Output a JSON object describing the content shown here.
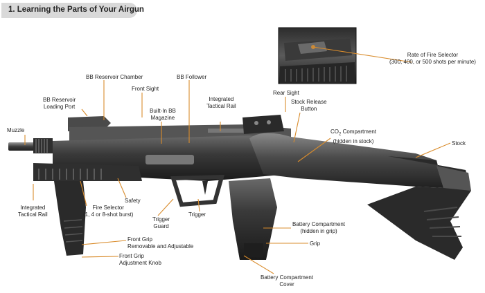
{
  "header": {
    "title": "1. Learning the Parts of Your Airgun"
  },
  "labels": {
    "bb_reservoir_chamber": "BB Reservoir Chamber",
    "bb_follower": "BB Follower",
    "front_sight": "Front Sight",
    "bb_reservoir_loading_port": [
      "BB Reservoir",
      "Loading Port"
    ],
    "built_in_bb_magazine": [
      "Built-In BB",
      "Magazine"
    ],
    "integrated_tactical_rail_top": [
      "Integrated",
      "Tactical Rail"
    ],
    "rear_sight": "Rear Sight",
    "stock_release_button": [
      "Stock Release",
      "Button"
    ],
    "muzzle": "Muzzle",
    "co2_compartment": [
      "CO",
      "2",
      " Compartment",
      "(hidden in stock)"
    ],
    "stock": "Stock",
    "rate_of_fire_selector": [
      "Rate of Fire Selector",
      "(300, 400, or 500 shots per minute)"
    ],
    "integrated_tactical_rail_bottom": [
      "Integrated",
      "Tactical Rail"
    ],
    "fire_selector": [
      "Fire Selector",
      "(1, 4 or 8-shot burst)"
    ],
    "safety": "Safety",
    "trigger_guard": [
      "Trigger",
      "Guard"
    ],
    "trigger": "Trigger",
    "battery_compartment_grip": [
      "Battery Compartment",
      "(hidden in grip)"
    ],
    "grip": "Grip",
    "front_grip": [
      "Front Grip",
      "Removable and Adjustable"
    ],
    "front_grip_knob": [
      "Front Grip",
      "Adjustment Knob"
    ],
    "battery_compartment_cover": [
      "Battery Compartment",
      "Cover"
    ]
  }
}
